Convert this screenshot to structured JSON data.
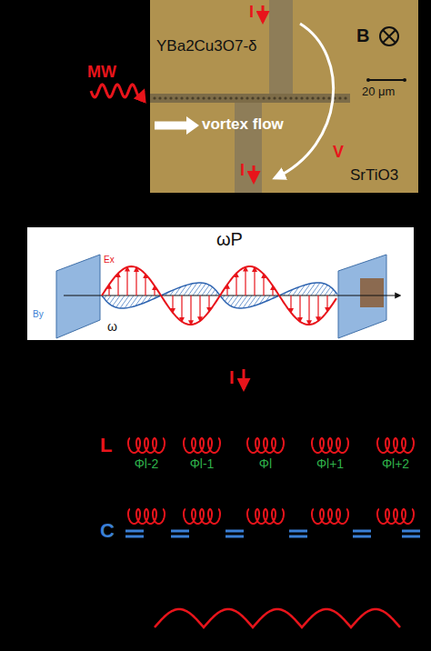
{
  "diagram": {
    "labels": [
      "MW",
      "YBa2Cu3O7-δ",
      "I",
      "B",
      "vortex flow",
      "20 μm",
      "V",
      "I",
      "SrTiO3",
      "ωP",
      "Ex",
      "By",
      "ω",
      "I",
      "L",
      "Φl-2",
      "Φl-1",
      "Φl",
      "Φl+1",
      "Φl+2",
      "C"
    ]
  }
}
